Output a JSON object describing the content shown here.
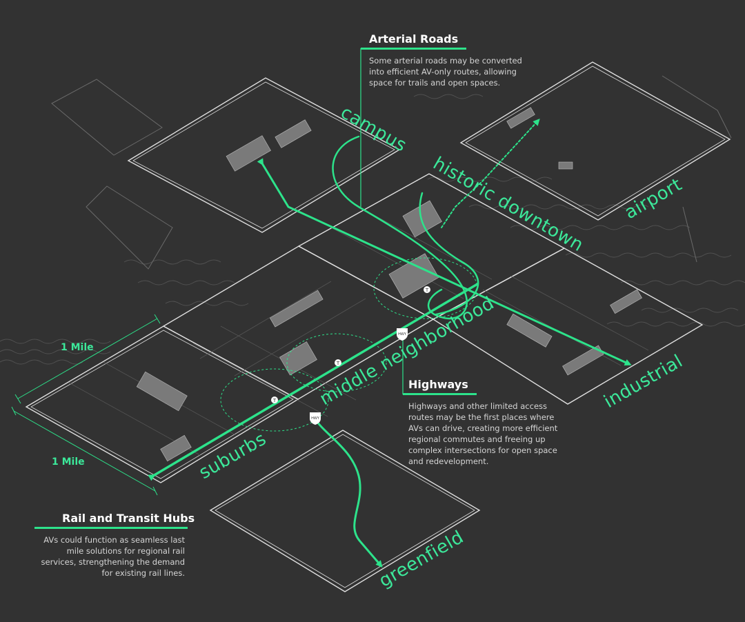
{
  "callouts": {
    "arterial": {
      "title": "Arterial Roads",
      "body": "Some arterial roads may be converted into efficient AV-only routes, allowing space for trails and open spaces."
    },
    "highways": {
      "title": "Highways",
      "body": "Highways and other limited access routes may be the first places where AVs can drive, creating more efficient regional commutes and freeing up complex intersections for open space and redevelopment."
    },
    "rail": {
      "title": "Rail and Transit Hubs",
      "body": "AVs could function as seamless last mile solutions for regional rail services, strengthening the demand for existing rail lines."
    }
  },
  "zones": {
    "campus": "campus",
    "historic_downtown": "historic downtown",
    "airport": "airport",
    "industrial": "industrial",
    "middle_neighborhood": "middle neighborhood",
    "suburbs": "suburbs",
    "greenfield": "greenfield"
  },
  "dimensions": {
    "mile_a": "1 Mile",
    "mile_b": "1 Mile"
  },
  "markers": {
    "transit": "T",
    "highway": "HWY"
  },
  "colors": {
    "background": "#323232",
    "accent": "#2de38b",
    "lines": "#cfcfcf"
  }
}
